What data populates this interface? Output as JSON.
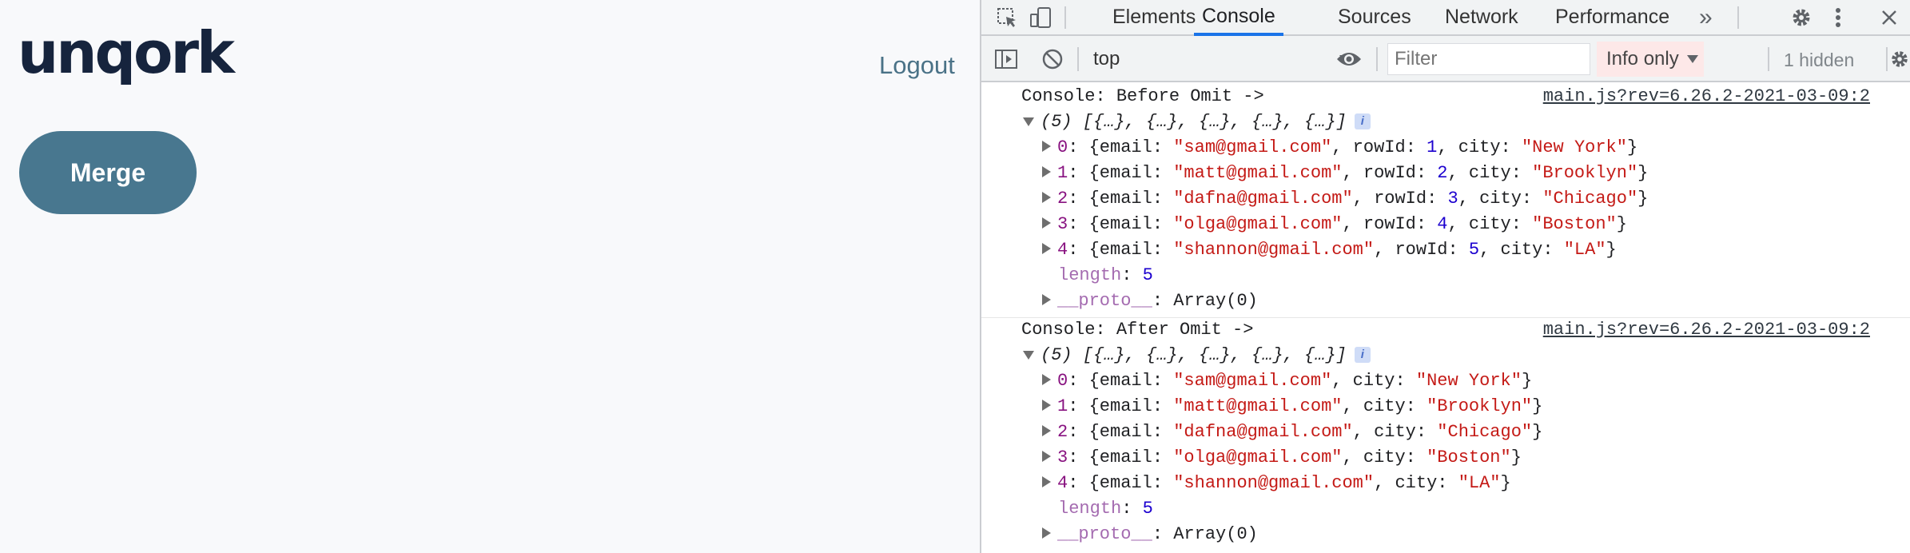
{
  "app": {
    "logo": "unqork",
    "logout_label": "Logout",
    "merge_label": "Merge"
  },
  "devtools": {
    "tabs": [
      "Elements",
      "Console",
      "Sources",
      "Network",
      "Performance"
    ],
    "more_tabs": "»",
    "context": "top",
    "filter_placeholder": "Filter",
    "levels": "Info only",
    "hidden_count": "1 hidden",
    "colors": {
      "accent": "#1a73e8",
      "string": "#c41a16",
      "number": "#1c00cf",
      "key": "#881280"
    }
  },
  "console": {
    "messages": [
      {
        "label": "Console: Before Omit ->",
        "source": "main.js?rev=6.26.2-2021-03-09:2",
        "summary": "(5) [{…}, {…}, {…}, {…}, {…}]",
        "rows": [
          {
            "idx": "0",
            "email": "\"sam@gmail.com\"",
            "rowId": "1",
            "city": "\"New York\""
          },
          {
            "idx": "1",
            "email": "\"matt@gmail.com\"",
            "rowId": "2",
            "city": "\"Brooklyn\""
          },
          {
            "idx": "2",
            "email": "\"dafna@gmail.com\"",
            "rowId": "3",
            "city": "\"Chicago\""
          },
          {
            "idx": "3",
            "email": "\"olga@gmail.com\"",
            "rowId": "4",
            "city": "\"Boston\""
          },
          {
            "idx": "4",
            "email": "\"shannon@gmail.com\"",
            "rowId": "5",
            "city": "\"LA\""
          }
        ],
        "length": "5",
        "proto": "Array(0)"
      },
      {
        "label": "Console: After Omit ->",
        "source": "main.js?rev=6.26.2-2021-03-09:2",
        "summary": "(5) [{…}, {…}, {…}, {…}, {…}]",
        "rows": [
          {
            "idx": "0",
            "email": "\"sam@gmail.com\"",
            "city": "\"New York\""
          },
          {
            "idx": "1",
            "email": "\"matt@gmail.com\"",
            "city": "\"Brooklyn\""
          },
          {
            "idx": "2",
            "email": "\"dafna@gmail.com\"",
            "city": "\"Chicago\""
          },
          {
            "idx": "3",
            "email": "\"olga@gmail.com\"",
            "city": "\"Boston\""
          },
          {
            "idx": "4",
            "email": "\"shannon@gmail.com\"",
            "city": "\"LA\""
          }
        ],
        "length": "5",
        "proto": "Array(0)"
      }
    ]
  }
}
